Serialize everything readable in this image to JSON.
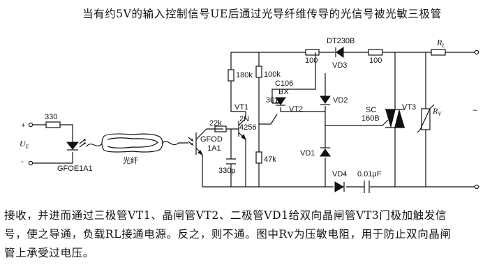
{
  "text": {
    "top": "当有约5V的输入控制信号UE后通过光导纤维传导的光信号被光敏三极管",
    "bottom_lines": [
      "接收，并进而通过三极管VT1、晶闸管VT2、二极管VD1给双向晶闸管VT3门极加触发信",
      "号，使之导通，负载RL接通电源。反之，则不通。图中Rv为压敏电阻，用于防止双向晶闸",
      "管上承受过电压。"
    ]
  },
  "circuit": {
    "plus": "+",
    "minus": "-",
    "input_label": "U",
    "input_sub": "E",
    "r_in": "330",
    "led": "GFOE1A1",
    "fiber": "光纤",
    "r_22k": "22k",
    "photo_l1": "GFOD",
    "photo_l2": "1A1",
    "cap_330p": "330p",
    "vt1": "VT1",
    "vt1_l1": "2N",
    "vt1_l2": "4256",
    "r_180k": "180k",
    "r_100k": "100k",
    "r_47k": "47k",
    "vt2_l1": "C106",
    "vt2_l2": "BX",
    "vt2_l3": "301",
    "vt2": "VT2",
    "dt": "DT230B",
    "r_100a": "100",
    "r_100b": "100",
    "vd3": "VD3",
    "vd2": "VD2",
    "vd1": "VD1",
    "vd4": "VD4",
    "cap_001": "0.01μF",
    "vt3_l1": "SC",
    "vt3_l2": "160B",
    "vt3": "VT3",
    "rv": "R",
    "rv_sub": "V",
    "rl": "R",
    "rl_sub": "L",
    "tilde": "~"
  }
}
